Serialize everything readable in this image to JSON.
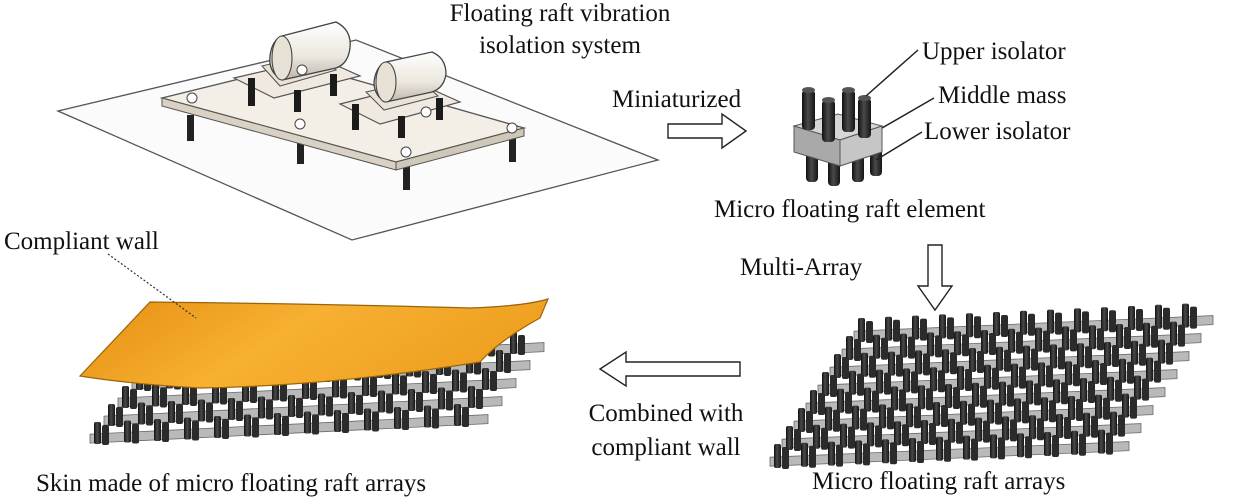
{
  "labels": {
    "raft_system_line1": "Floating raft vibration",
    "raft_system_line2": "isolation system",
    "miniaturized": "Miniaturized",
    "upper_isolator": "Upper isolator",
    "middle_mass": "Middle mass",
    "lower_isolator": "Lower isolator",
    "micro_element": "Micro floating raft element",
    "multi_array": "Multi-Array",
    "raft_arrays": "Micro floating raft arrays",
    "combined_line1": "Combined with",
    "combined_line2": "compliant wall",
    "skin": "Skin made of micro floating raft arrays",
    "compliant_wall": "Compliant wall"
  },
  "colors": {
    "wall_orange": "#f2a21d",
    "pillar_dark": "#2b2b2b",
    "mass_grey": "#bdbdbd",
    "plate": "#f4efe6"
  }
}
